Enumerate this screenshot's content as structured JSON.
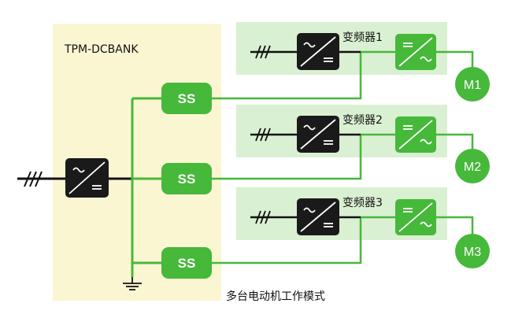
{
  "diagram": {
    "bank_label": "TPM-DCBANK",
    "caption": "多台电动机工作模式",
    "switches": [
      "SS",
      "SS",
      "SS"
    ],
    "inverters": [
      {
        "label": "变频器1",
        "motor": "M1"
      },
      {
        "label": "变频器2",
        "motor": "M2"
      },
      {
        "label": "变频器3",
        "motor": "M3"
      }
    ]
  },
  "colors": {
    "bank_bg": "#fbf6d2",
    "inverter_bg": "#daf0d2",
    "green": "#46b83a",
    "converter": "#1a1a1a",
    "line": "#111111"
  },
  "icons": {
    "converter": "ac-dc-converter-icon",
    "ground": "ground-icon",
    "three_phase": "three-phase-hatch-icon"
  }
}
